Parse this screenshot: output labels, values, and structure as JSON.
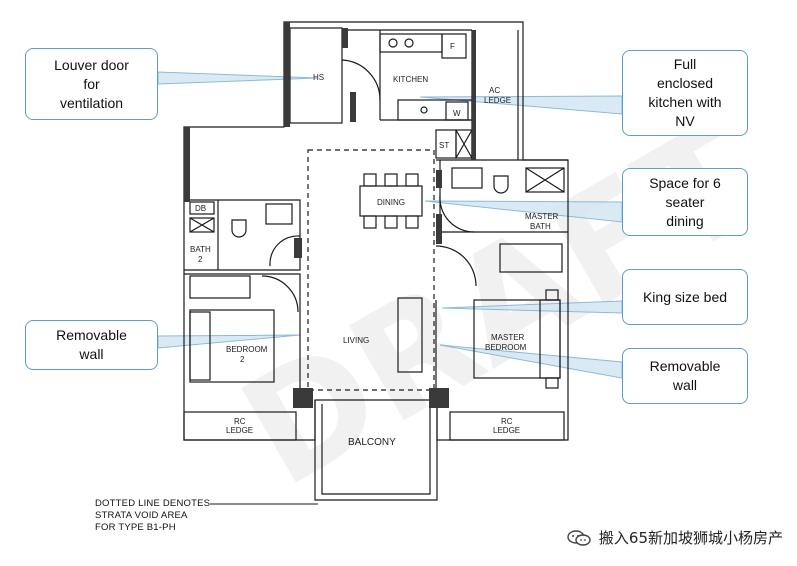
{
  "plan": {
    "rooms": {
      "hs": "HS",
      "kitchen": "KITCHEN",
      "ac_ledge_1": "AC",
      "ac_ledge_2": "LEDGE",
      "fridge": "F",
      "washer": "W",
      "store": "ST",
      "dining": "DINING",
      "db": "DB",
      "bath2_1": "BATH",
      "bath2_2": "2",
      "master_bath_1": "MASTER",
      "master_bath_2": "BATH",
      "bedroom2_1": "BEDROOM",
      "bedroom2_2": "2",
      "living": "LIVING",
      "master_bedroom_1": "MASTER",
      "master_bedroom_2": "BEDROOM",
      "rc_ledge_left_1": "RC",
      "rc_ledge_left_2": "LEDGE",
      "rc_ledge_right_1": "RC",
      "rc_ledge_right_2": "LEDGE",
      "balcony": "BALCONY"
    },
    "note_lines": [
      "DOTTED LINE DENOTES",
      "STRATA VOID AREA",
      "FOR TYPE B1-PH"
    ],
    "watermark": "DRAFT"
  },
  "callouts": {
    "louver": [
      "Louver door",
      "for",
      "ventilation"
    ],
    "kitchen": [
      "Full",
      "enclosed",
      "kitchen with",
      "NV"
    ],
    "dining": [
      "Space for 6",
      "seater",
      "dining"
    ],
    "king": [
      "King size bed"
    ],
    "removable_left": [
      "Removable",
      "wall"
    ],
    "removable_right": [
      "Removable",
      "wall"
    ]
  },
  "footer": {
    "text": "搬入65新加坡狮城小杨房产",
    "icon": "wechat-icon"
  },
  "colors": {
    "callout_border": "#5d9ec9",
    "wall": "#1a1a1a",
    "wall_fill": "#3a3a3a"
  }
}
